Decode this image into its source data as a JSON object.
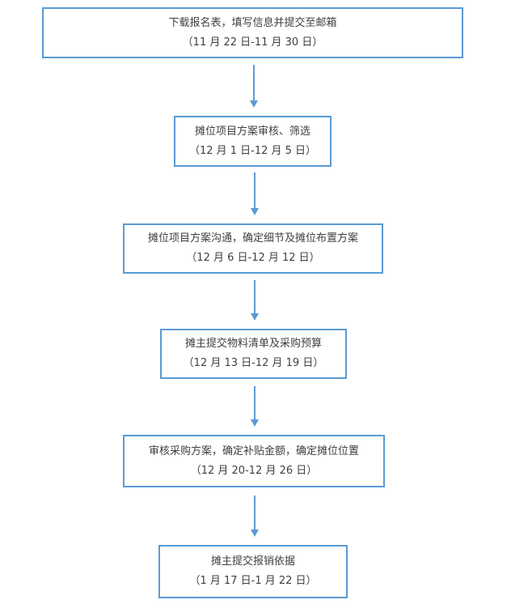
{
  "steps": [
    {
      "title": "下载报名表，填写信息并提交至邮箱",
      "date": "（11 月 22 日-11 月 30 日）"
    },
    {
      "title": "摊位项目方案审核、筛选",
      "date": "（12 月 1 日-12 月 5 日）"
    },
    {
      "title": "摊位项目方案沟通，确定细节及摊位布置方案",
      "date": "（12 月 6 日-12 月 12 日）"
    },
    {
      "title": "摊主提交物料清单及采购预算",
      "date": "（12 月 13 日-12 月 19 日）"
    },
    {
      "title": "审核采购方案，确定补贴金额，确定摊位位置",
      "date": "（12 月 20-12 月 26 日）"
    },
    {
      "title": "摊主提交报销依据",
      "date": "（1 月 17 日-1 月 22 日）"
    }
  ],
  "colors": {
    "border": "#5b9bd5",
    "arrow": "#5b9bd5",
    "text": "#404040"
  }
}
